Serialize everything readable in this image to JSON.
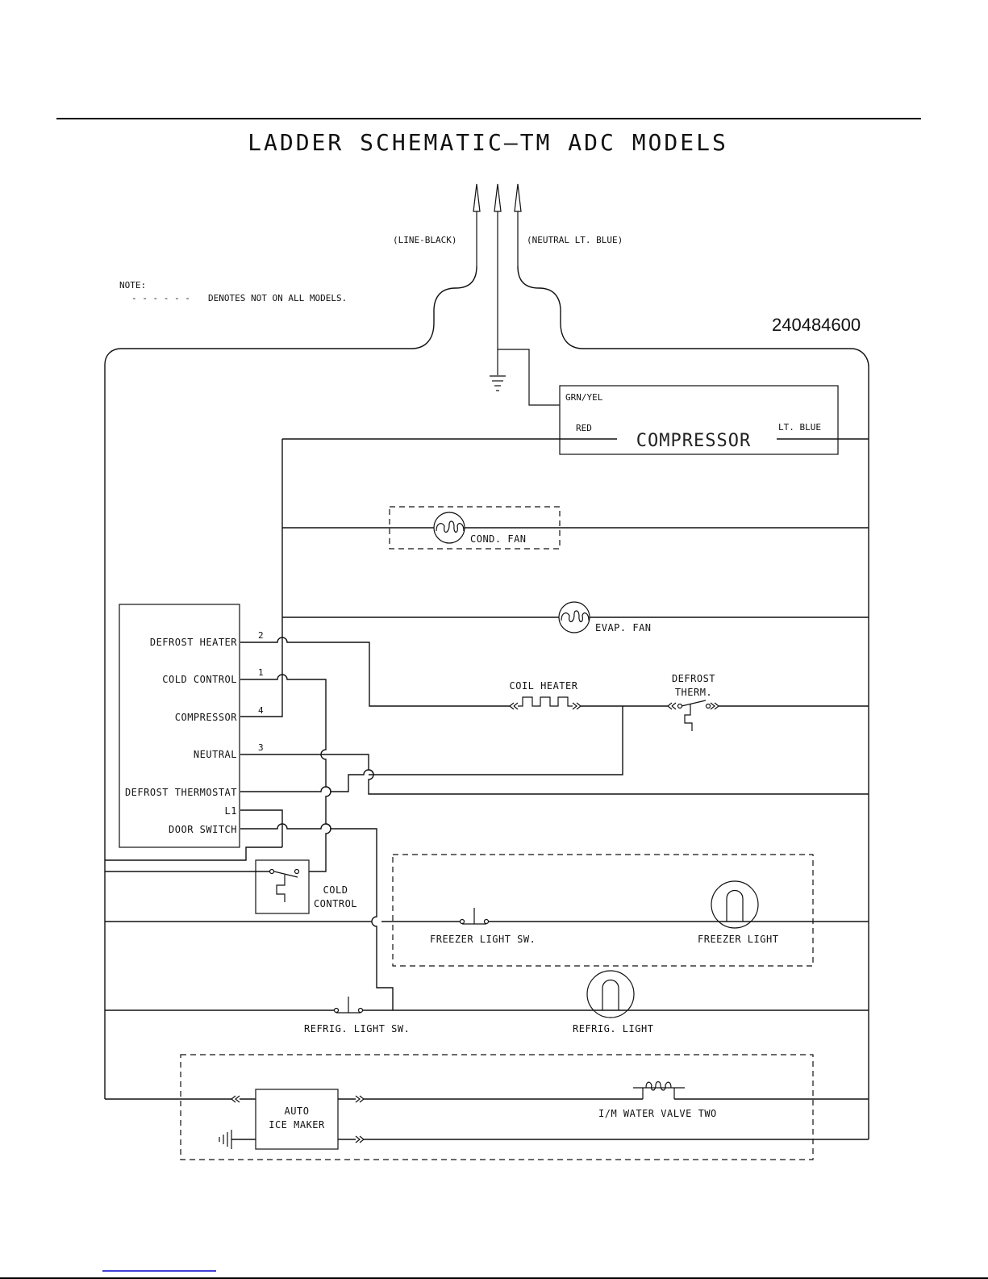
{
  "title": "LADDER SCHEMATIC—TM ADC MODELS",
  "part_number": "240484600",
  "note": {
    "heading": "NOTE:",
    "legend_dashes": "- - - - - -",
    "legend_text": "DENOTES NOT ON ALL MODELS."
  },
  "supply": {
    "line_label": "(LINE-BLACK)",
    "neutral_label": "(NEUTRAL LT. BLUE)"
  },
  "compressor": {
    "name": "COMPRESSOR",
    "ground_wire": "GRN/YEL",
    "line_wire": "RED",
    "neutral_wire": "LT. BLUE"
  },
  "components": {
    "cond_fan": "COND. FAN",
    "evap_fan": "EVAP. FAN",
    "coil_heater": "COIL HEATER",
    "defrost_therm_line1": "DEFROST",
    "defrost_therm_line2": "THERM.",
    "cold_control_line1": "COLD",
    "cold_control_line2": "CONTROL",
    "freezer_light_sw": "FREEZER LIGHT SW.",
    "freezer_light": "FREEZER LIGHT",
    "refrig_light_sw": "REFRIG. LIGHT SW.",
    "refrig_light": "REFRIG. LIGHT",
    "ice_maker_line1": "AUTO",
    "ice_maker_line2": "ICE MAKER",
    "water_valve": "I/M WATER VALVE TWO"
  },
  "control_board": {
    "terminals": [
      {
        "label": "DEFROST HEATER",
        "pin": "2"
      },
      {
        "label": "COLD CONTROL",
        "pin": "1"
      },
      {
        "label": "COMPRESSOR",
        "pin": "4"
      },
      {
        "label": "NEUTRAL",
        "pin": "3"
      },
      {
        "label": "DEFROST THERMOSTAT",
        "pin": ""
      },
      {
        "label": "L1",
        "pin": ""
      },
      {
        "label": "DOOR SWITCH",
        "pin": ""
      }
    ]
  },
  "colors": {
    "ink": "#111111",
    "link_underline": "#0000cc"
  }
}
